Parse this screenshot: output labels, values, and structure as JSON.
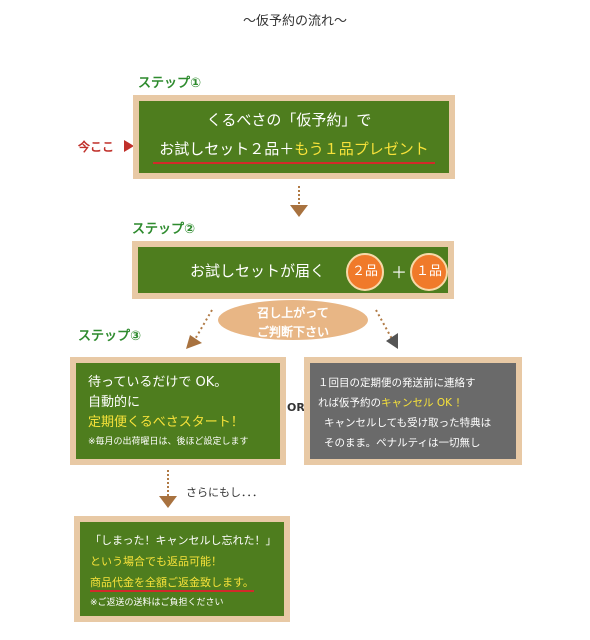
{
  "title": "〜仮予約の流れ〜",
  "step1": {
    "label": "ステップ①",
    "line1": "くるべさの「仮予約」で",
    "line2_white": "お試しセット２品＋",
    "line2_yellow": "もう１品プレゼント",
    "here_label": "今ここ"
  },
  "step2": {
    "label": "ステップ②",
    "text": "お試しセットが届く",
    "badge_a": "２品",
    "plus": "＋",
    "badge_b": "１品"
  },
  "bubble": {
    "line1": "召し上がって",
    "line2": "ご判断下さい"
  },
  "step3": {
    "label": "ステップ③",
    "left": {
      "line1": "待っているだけで OK。",
      "line2": "自動的に",
      "line3": "定期便くるべさスタート！",
      "note": "※毎月の出荷曜日は、後ほど設定します"
    },
    "or_label": "OR",
    "right": {
      "line1": "１回目の定期便の発送前に連絡す",
      "line2_prefix": "れば仮予約の",
      "line2_yellow": "キャンセル OK ！",
      "line3": "キャンセルしても受け取った特典は",
      "line4": "そのまま。ペナルティは一切無し"
    }
  },
  "further": {
    "label": "さらにもし．．．",
    "line1": "「しまった！キャンセルし忘れた！」",
    "line2": "という場合でも返品可能！",
    "line3": "商品代金を全額ご返金致します。",
    "note": "※ご返送の送料はご負担ください"
  },
  "colors": {
    "board": "#4e7d1e",
    "frame": "#e8c9a5",
    "accent_yellow": "#f7e23a",
    "badge_orange": "#f07a2a",
    "gray_board": "#6a6a6a"
  }
}
